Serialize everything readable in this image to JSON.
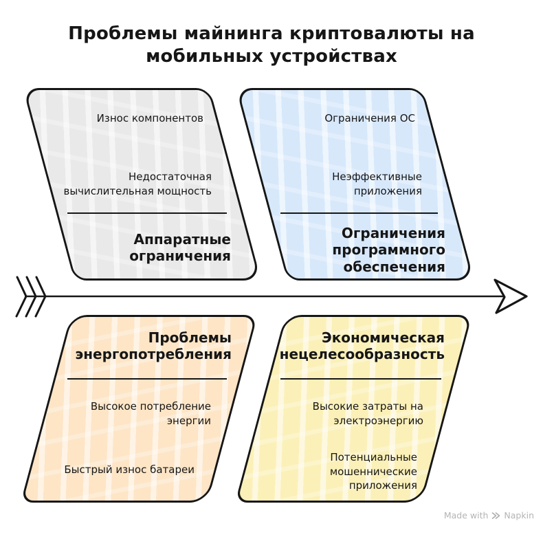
{
  "title": "Проблемы майнинга криптовалюты на\nмобильных устройствах",
  "branches": {
    "hardware": {
      "heading": "Аппаратные\nограничения",
      "items": [
        "Износ компонентов",
        "Недостаточная\nвычислительная мощность"
      ],
      "fill": "#e9e9e9"
    },
    "software": {
      "heading": "Ограничения\nпрограммного\nобеспечения",
      "items": [
        "Ограничения ОС",
        "Неэффективные\nприложения"
      ],
      "fill": "#d7e8fb"
    },
    "energy": {
      "heading": "Проблемы\nэнергопотребления",
      "items": [
        "Высокое потребление\nэнергии",
        "Быстрый износ батареи"
      ],
      "fill": "#fde5c6"
    },
    "economics": {
      "heading": "Экономическая\nнецелесообразность",
      "items": [
        "Высокие затраты на\nэлектроэнергию",
        "Потенциальные\nмошеннические\nприложения"
      ],
      "fill": "#fbf0b8"
    }
  },
  "arrow": {
    "color": "#161616"
  },
  "watermark": {
    "prefix": "Made with",
    "brand": "Napkin",
    "color": "#b4b4b4"
  }
}
